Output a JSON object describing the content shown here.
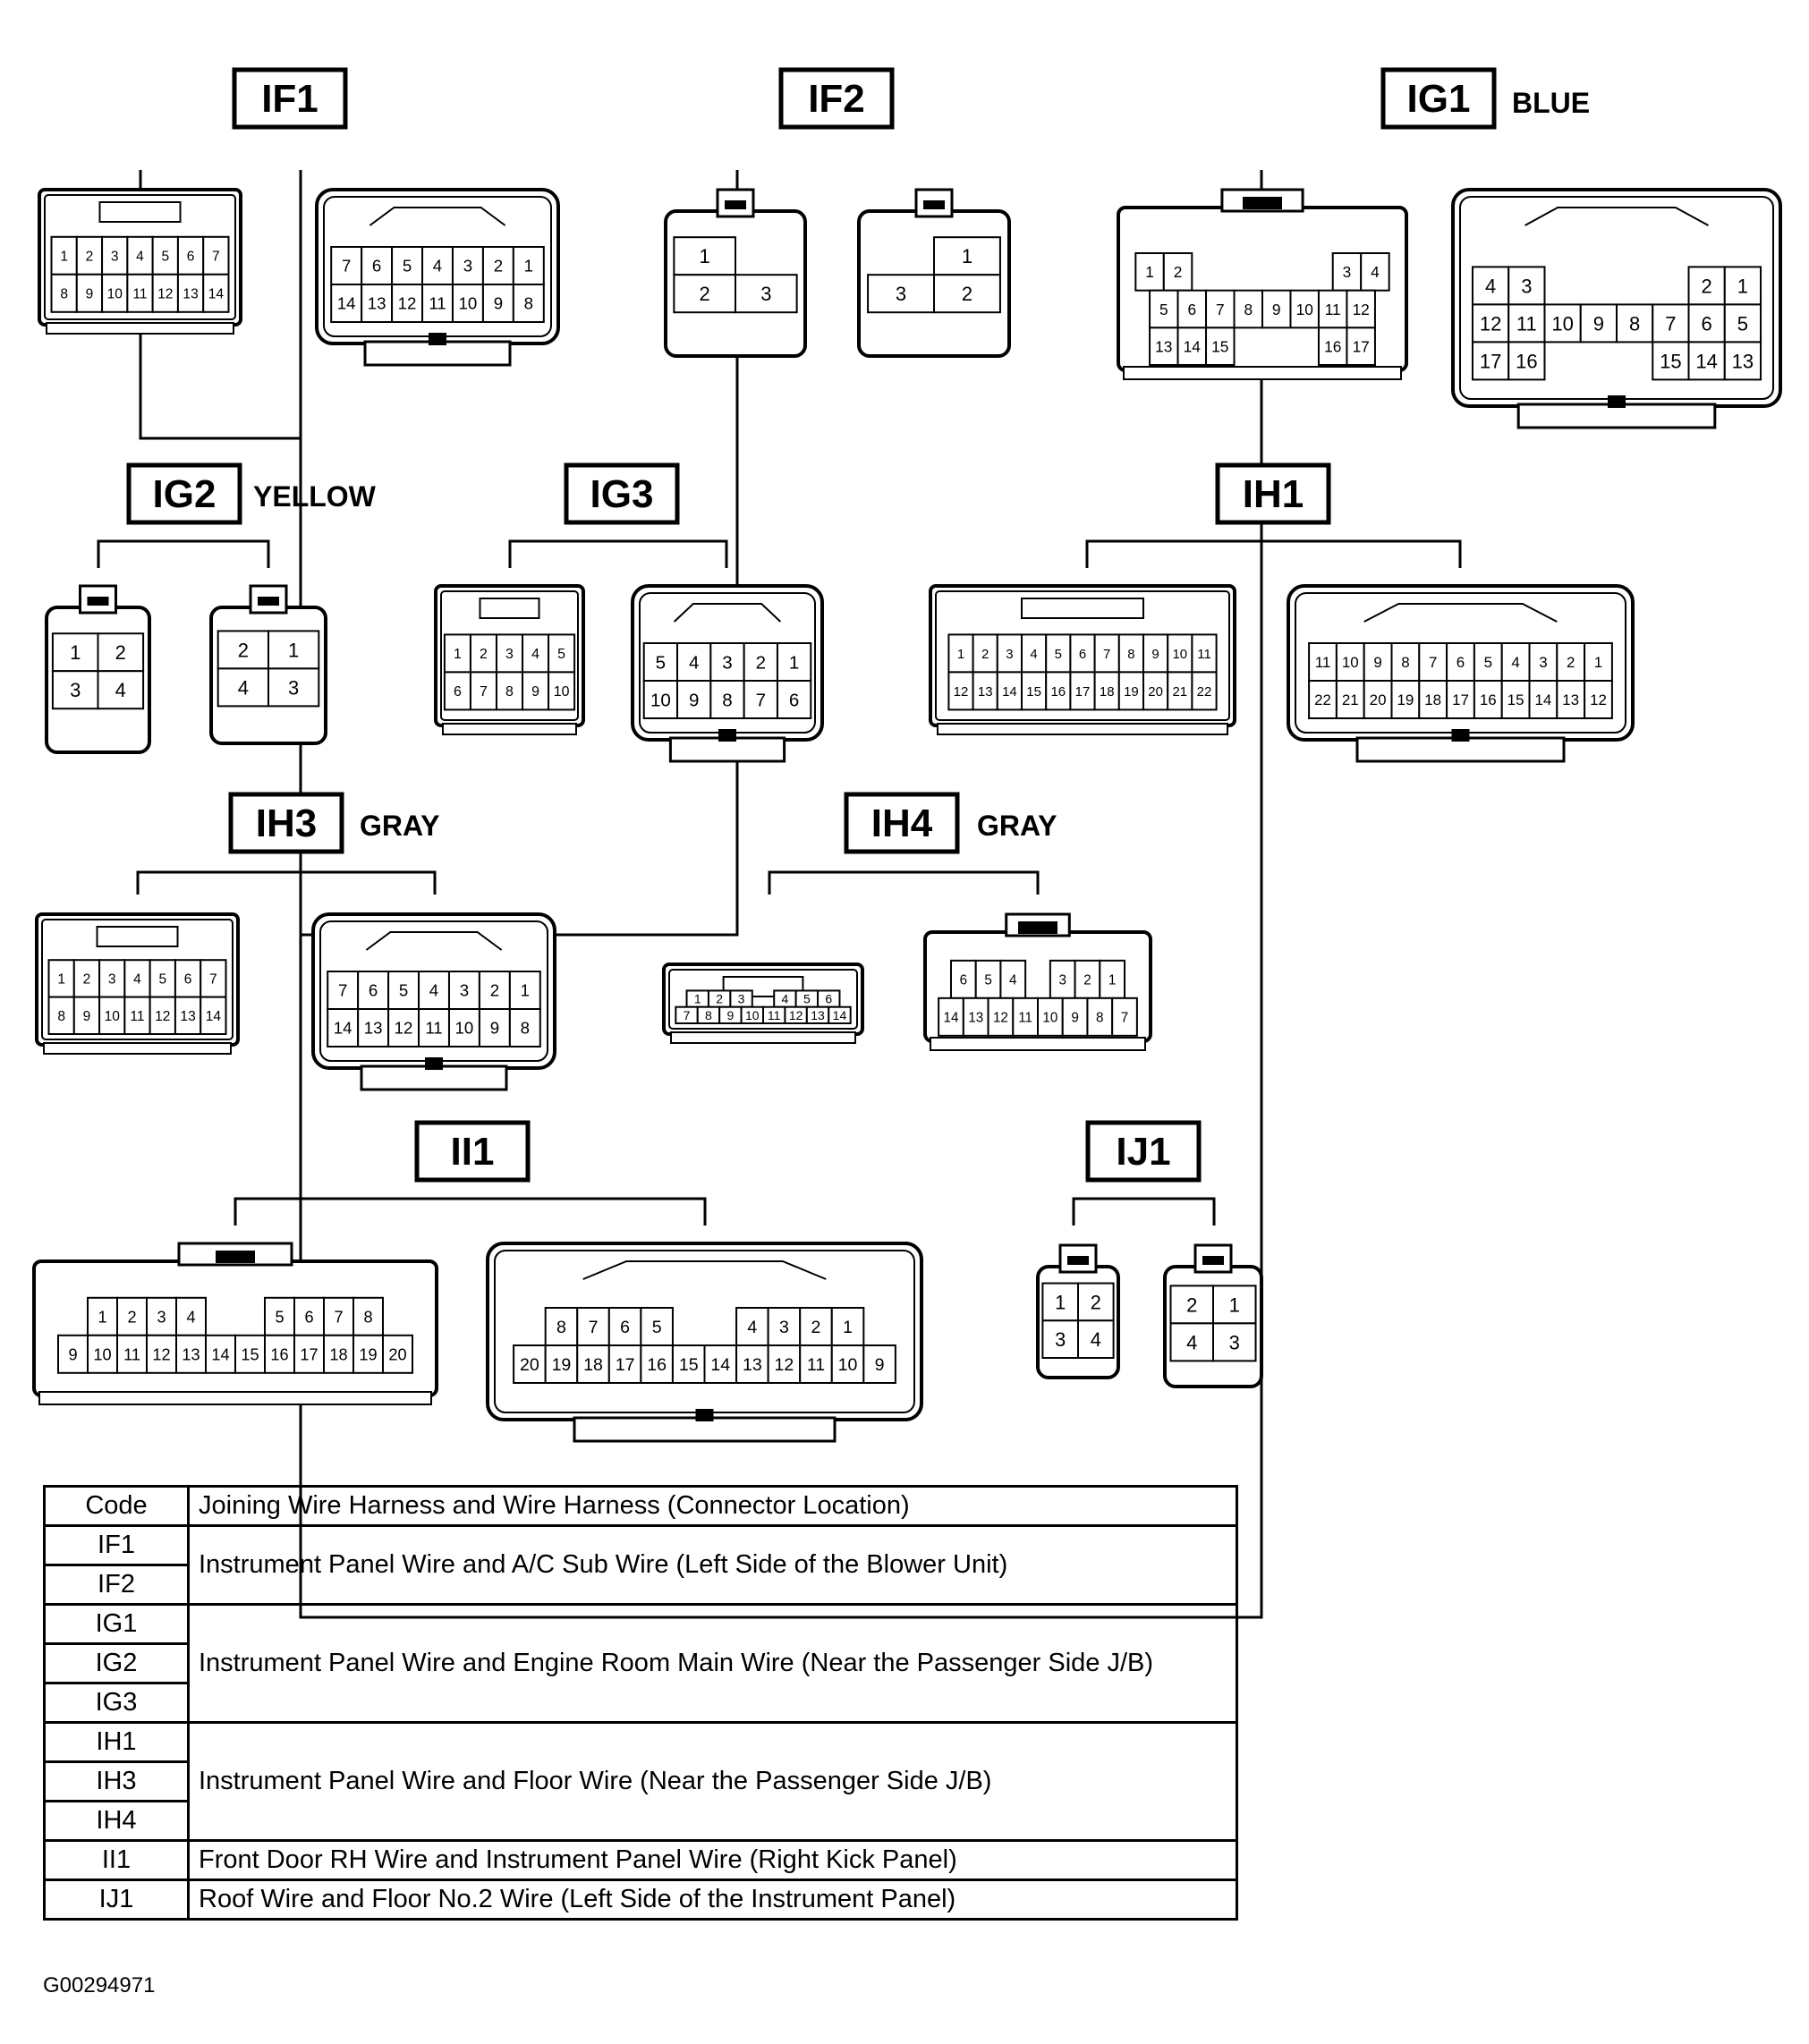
{
  "connectors": [
    {
      "id": "IF1",
      "label": "IF1",
      "color": "",
      "views": [
        {
          "rows": [
            [
              "1",
              "2",
              "3",
              "4",
              "5",
              "6",
              "7"
            ],
            [
              "8",
              "9",
              "10",
              "11",
              "12",
              "13",
              "14"
            ]
          ]
        },
        {
          "rows": [
            [
              "7",
              "6",
              "5",
              "4",
              "3",
              "2",
              "1"
            ],
            [
              "14",
              "13",
              "12",
              "11",
              "10",
              "9",
              "8"
            ]
          ]
        }
      ]
    },
    {
      "id": "IF2",
      "label": "IF2",
      "color": "",
      "views": [
        {
          "rows": [
            [
              "1",
              ""
            ],
            [
              "2",
              "3"
            ]
          ]
        },
        {
          "rows": [
            [
              "",
              "1"
            ],
            [
              "3",
              "2"
            ]
          ]
        }
      ]
    },
    {
      "id": "IG1",
      "label": "IG1",
      "color": "BLUE",
      "views": [
        {
          "rows": [
            [
              "1",
              "2",
              "",
              "",
              "",
              "",
              "",
              "3",
              "4"
            ],
            [
              "5",
              "6",
              "7",
              "8",
              "9",
              "10",
              "11",
              "12"
            ],
            [
              "13",
              "14",
              "15",
              "",
              "",
              "",
              "16",
              "17"
            ]
          ]
        },
        {
          "rows": [
            [
              "4",
              "3",
              "",
              "",
              "",
              "",
              "2",
              "1"
            ],
            [
              "12",
              "11",
              "10",
              "9",
              "8",
              "7",
              "6",
              "5"
            ],
            [
              "17",
              "16",
              "",
              "",
              "",
              "15",
              "14",
              "13"
            ]
          ]
        }
      ]
    },
    {
      "id": "IG2",
      "label": "IG2",
      "color": "YELLOW",
      "views": [
        {
          "rows": [
            [
              "1",
              "2"
            ],
            [
              "3",
              "4"
            ]
          ]
        },
        {
          "rows": [
            [
              "2",
              "1"
            ],
            [
              "4",
              "3"
            ]
          ]
        }
      ]
    },
    {
      "id": "IG3",
      "label": "IG3",
      "color": "",
      "views": [
        {
          "rows": [
            [
              "1",
              "2",
              "3",
              "4",
              "5"
            ],
            [
              "6",
              "7",
              "8",
              "9",
              "10"
            ]
          ]
        },
        {
          "rows": [
            [
              "5",
              "4",
              "3",
              "2",
              "1"
            ],
            [
              "10",
              "9",
              "8",
              "7",
              "6"
            ]
          ]
        }
      ]
    },
    {
      "id": "IH1",
      "label": "IH1",
      "color": "",
      "views": [
        {
          "rows": [
            [
              "1",
              "2",
              "3",
              "4",
              "5",
              "6",
              "7",
              "8",
              "9",
              "10",
              "11"
            ],
            [
              "12",
              "13",
              "14",
              "15",
              "16",
              "17",
              "18",
              "19",
              "20",
              "21",
              "22"
            ]
          ]
        },
        {
          "rows": [
            [
              "11",
              "10",
              "9",
              "8",
              "7",
              "6",
              "5",
              "4",
              "3",
              "2",
              "1"
            ],
            [
              "22",
              "21",
              "20",
              "19",
              "18",
              "17",
              "16",
              "15",
              "14",
              "13",
              "12"
            ]
          ]
        }
      ]
    },
    {
      "id": "IH3",
      "label": "IH3",
      "color": "GRAY",
      "views": [
        {
          "rows": [
            [
              "1",
              "2",
              "3",
              "4",
              "5",
              "6",
              "7"
            ],
            [
              "8",
              "9",
              "10",
              "11",
              "12",
              "13",
              "14"
            ]
          ]
        },
        {
          "rows": [
            [
              "7",
              "6",
              "5",
              "4",
              "3",
              "2",
              "1"
            ],
            [
              "14",
              "13",
              "12",
              "11",
              "10",
              "9",
              "8"
            ]
          ]
        }
      ]
    },
    {
      "id": "IH4",
      "label": "IH4",
      "color": "GRAY",
      "views": [
        {
          "rows": [
            [
              "1",
              "2",
              "3",
              "",
              "4",
              "5",
              "6"
            ],
            [
              "7",
              "8",
              "9",
              "10",
              "11",
              "12",
              "13",
              "14"
            ]
          ]
        },
        {
          "rows": [
            [
              "6",
              "5",
              "4",
              "",
              "3",
              "2",
              "1"
            ],
            [
              "14",
              "13",
              "12",
              "11",
              "10",
              "9",
              "8",
              "7"
            ]
          ]
        }
      ]
    },
    {
      "id": "II1",
      "label": "II1",
      "color": "",
      "views": [
        {
          "rows": [
            [
              "1",
              "2",
              "3",
              "4",
              "",
              "",
              "5",
              "6",
              "7",
              "8"
            ],
            [
              "9",
              "10",
              "11",
              "12",
              "13",
              "14",
              "15",
              "16",
              "17",
              "18",
              "19",
              "20"
            ]
          ]
        },
        {
          "rows": [
            [
              "8",
              "7",
              "6",
              "5",
              "",
              "",
              "4",
              "3",
              "2",
              "1"
            ],
            [
              "20",
              "19",
              "18",
              "17",
              "16",
              "15",
              "14",
              "13",
              "12",
              "11",
              "10",
              "9"
            ]
          ]
        }
      ]
    },
    {
      "id": "IJ1",
      "label": "IJ1",
      "color": "",
      "views": [
        {
          "rows": [
            [
              "1",
              "2"
            ],
            [
              "3",
              "4"
            ]
          ]
        },
        {
          "rows": [
            [
              "2",
              "1"
            ],
            [
              "4",
              "3"
            ]
          ]
        }
      ]
    }
  ],
  "table": {
    "header": {
      "code": "Code",
      "location": "Joining Wire Harness and Wire Harness (Connector Location)"
    },
    "groups": [
      {
        "codes": [
          "IF1",
          "IF2"
        ],
        "location": "Instrument Panel Wire and A/C Sub Wire (Left Side of the Blower Unit)"
      },
      {
        "codes": [
          "IG1",
          "IG2",
          "IG3"
        ],
        "location": "Instrument Panel Wire and Engine Room Main Wire (Near the Passenger Side J/B)"
      },
      {
        "codes": [
          "IH1",
          "IH3",
          "IH4"
        ],
        "location": "Instrument Panel Wire and Floor Wire (Near the Passenger Side J/B)"
      },
      {
        "codes": [
          "II1"
        ],
        "location": "Front Door RH Wire and Instrument Panel Wire (Right Kick Panel)"
      },
      {
        "codes": [
          "IJ1"
        ],
        "location": "Roof Wire and Floor No.2 Wire (Left Side of the Instrument Panel)"
      }
    ]
  },
  "image_id": "G00294971"
}
